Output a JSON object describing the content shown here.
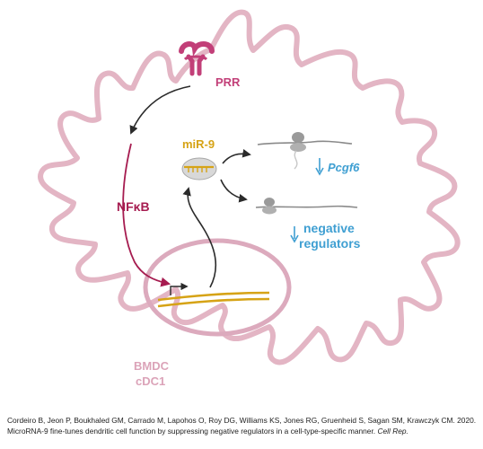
{
  "labels": {
    "prr": "PRR",
    "nfkb": "NFκB",
    "mir9": "miR-9",
    "pcgf6": "Pcgf6",
    "negative": "negative",
    "regulators": "regulators",
    "cell_type_1": "BMDC",
    "cell_type_2": "cDC1"
  },
  "caption": {
    "text": "Cordeiro B, Jeon P, Boukhaled GM, Carrado M, Lapohos O, Roy DG, Williams KS, Jones RG, Gruenheid S, Sagan SM, Krawczyk CM. 2020. MicroRNA-9 fine-tunes dendritic cell function by suppressing negative regulators in a cell-type-specific manner.",
    "journal": "Cell Rep."
  },
  "colors": {
    "membrane": "#e3b5c4",
    "nucleus": "#dcaabd",
    "receptor": "#c23f78",
    "nfkb": "#a61c50",
    "mir9": "#d6a316",
    "target": "#3f9fd2",
    "arrow": "#2b2b2b",
    "mrna": "#8a8a8a",
    "ribosome": "#9a9a9a",
    "cell_label": "#dba3b8"
  },
  "icons": [
    "receptor-icon",
    "mirna-icon",
    "ribosome-icon",
    "dna-icon",
    "promoter-arrow-icon",
    "down-arrow-icon"
  ]
}
